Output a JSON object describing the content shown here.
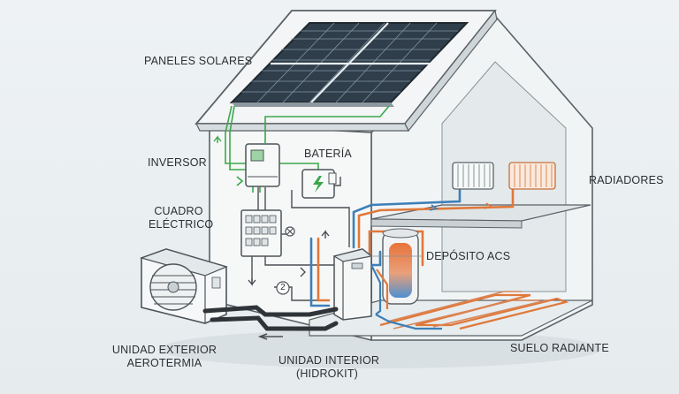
{
  "labels": {
    "paneles": "PANELES SOLARES",
    "inversor": "INVERSOR",
    "bateria": "BATERÍA",
    "cuadro_line1": "CUADRO",
    "cuadro_line2": "ELÉCTRICO",
    "radiadores": "RADIADORES",
    "deposito": "DEPÓSITO ACS",
    "suelo": "SUELO RADIANTE",
    "unidad_ext_line1": "UNIDAD EXTERIOR",
    "unidad_ext_line2": "AEROTERMIA",
    "unidad_int_line1": "UNIDAD INTERIOR",
    "unidad_int_line2": "(HIDROKIT)",
    "circle_number": "2"
  },
  "colors": {
    "electric_green": "#3aa84a",
    "hot_pipe": "#e0783a",
    "cold_pipe": "#3d7fb8",
    "wall": "#f4f6f6",
    "outline": "#5a6166",
    "panel": "#2f3e4a"
  }
}
